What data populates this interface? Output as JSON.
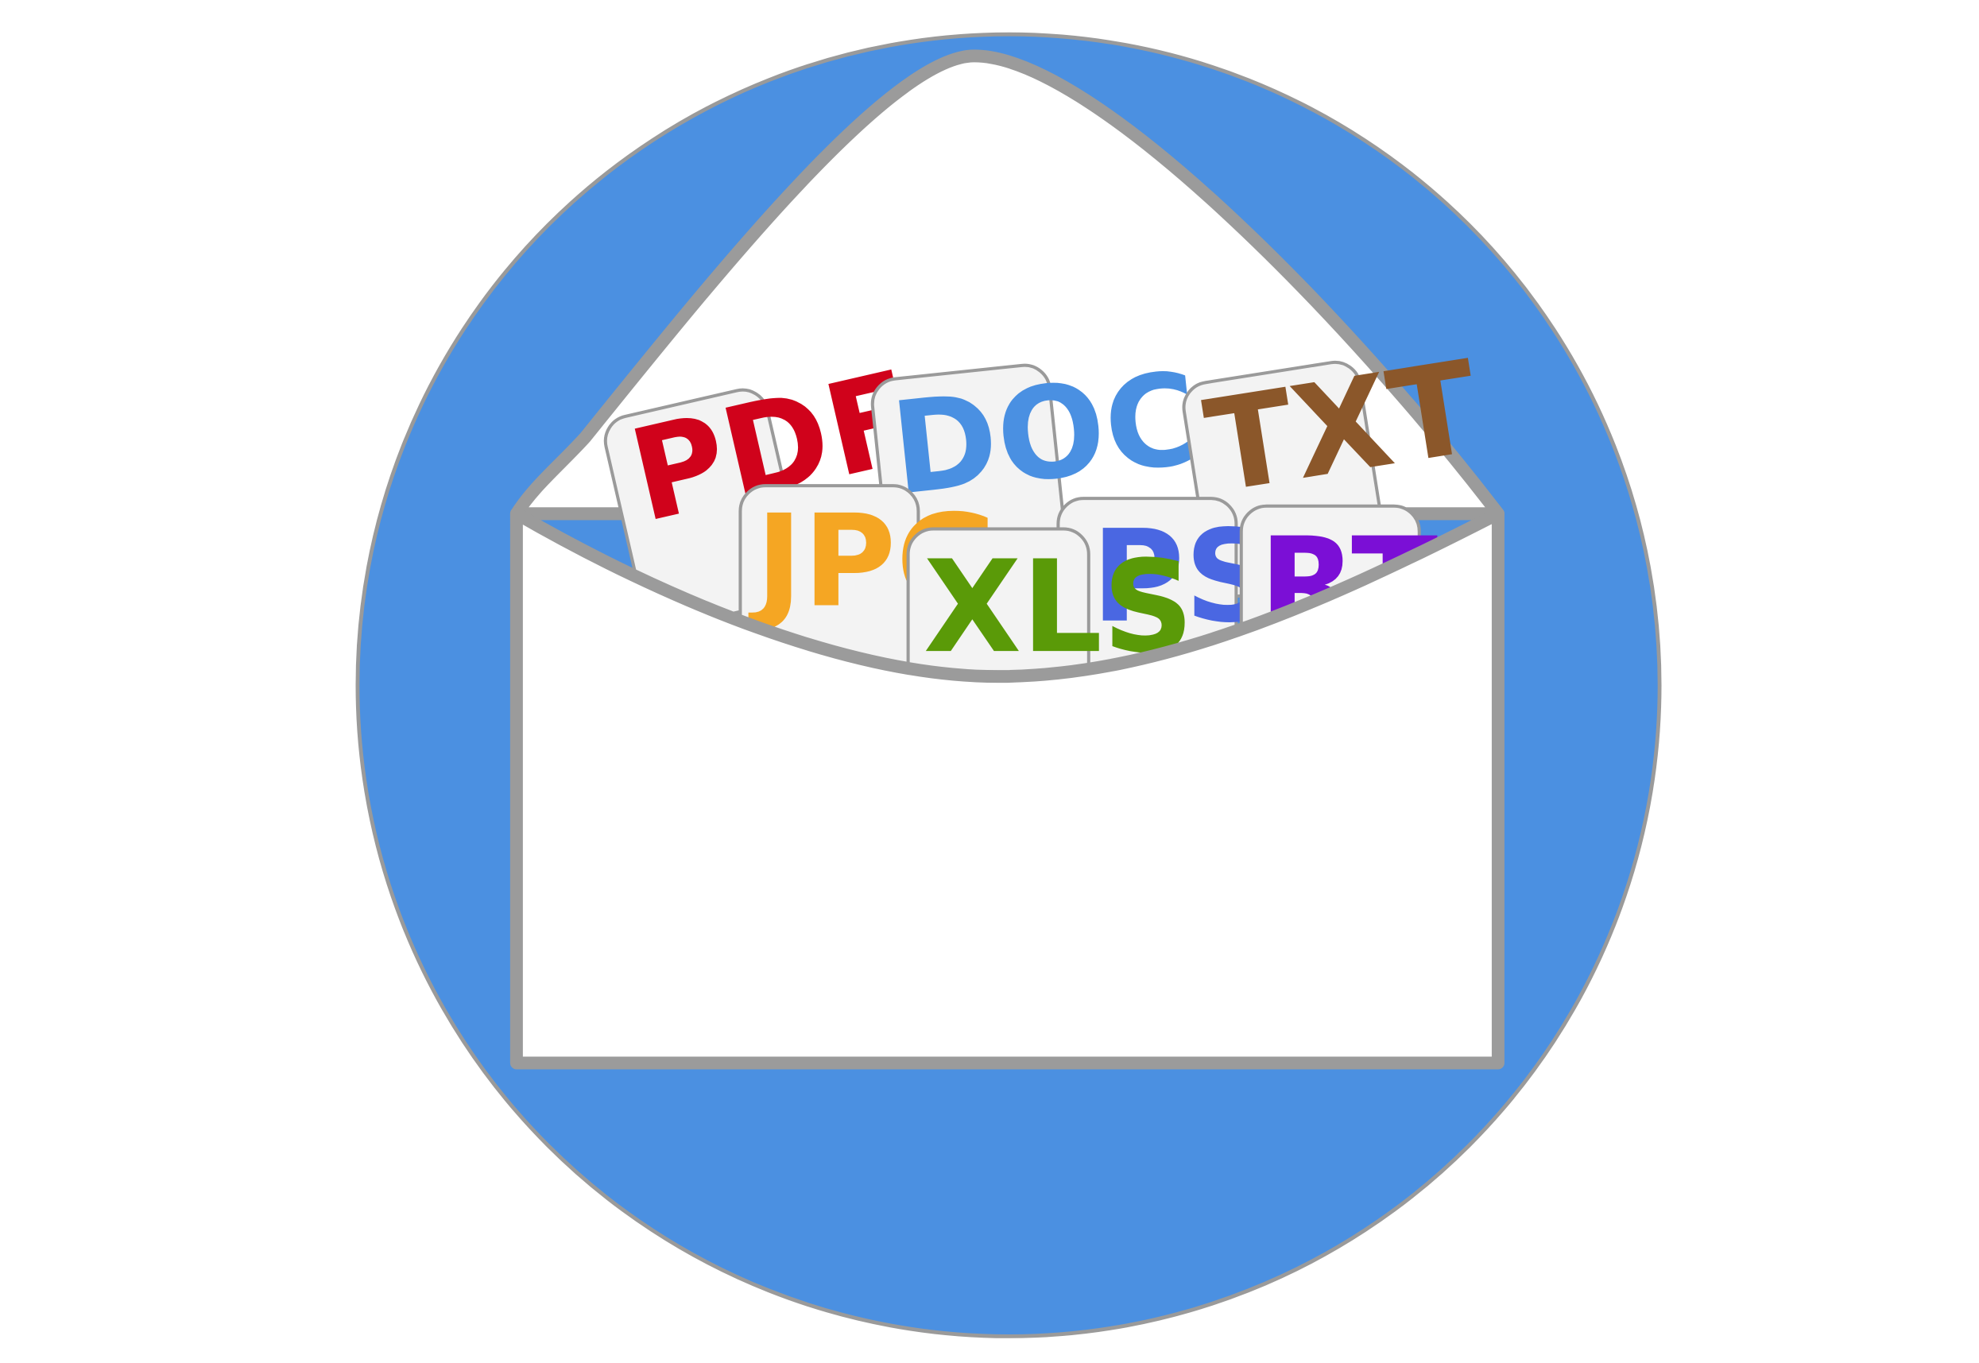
{
  "colors": {
    "circle_fill": "#4b90e1",
    "circle_stroke": "#9a9a9a",
    "envelope_fill": "#ffffff",
    "envelope_stroke": "#9b9b9b",
    "card_fill": "#f3f3f3",
    "card_stroke": "#9a9a9a"
  },
  "files": [
    {
      "id": "pdf",
      "label": "PDF",
      "color": "#d0021b"
    },
    {
      "id": "doc",
      "label": "DOC",
      "color": "#4a90e2"
    },
    {
      "id": "txt",
      "label": "TXT",
      "color": "#8b572a"
    },
    {
      "id": "jpg",
      "label": "JPG",
      "color": "#f5a623"
    },
    {
      "id": "xls",
      "label": "XLS",
      "color": "#5a9a08"
    },
    {
      "id": "ps",
      "label": "PS",
      "color": "#4a67e2"
    },
    {
      "id": "rtf",
      "label": "RTF",
      "color": "#7b0fd6"
    }
  ]
}
